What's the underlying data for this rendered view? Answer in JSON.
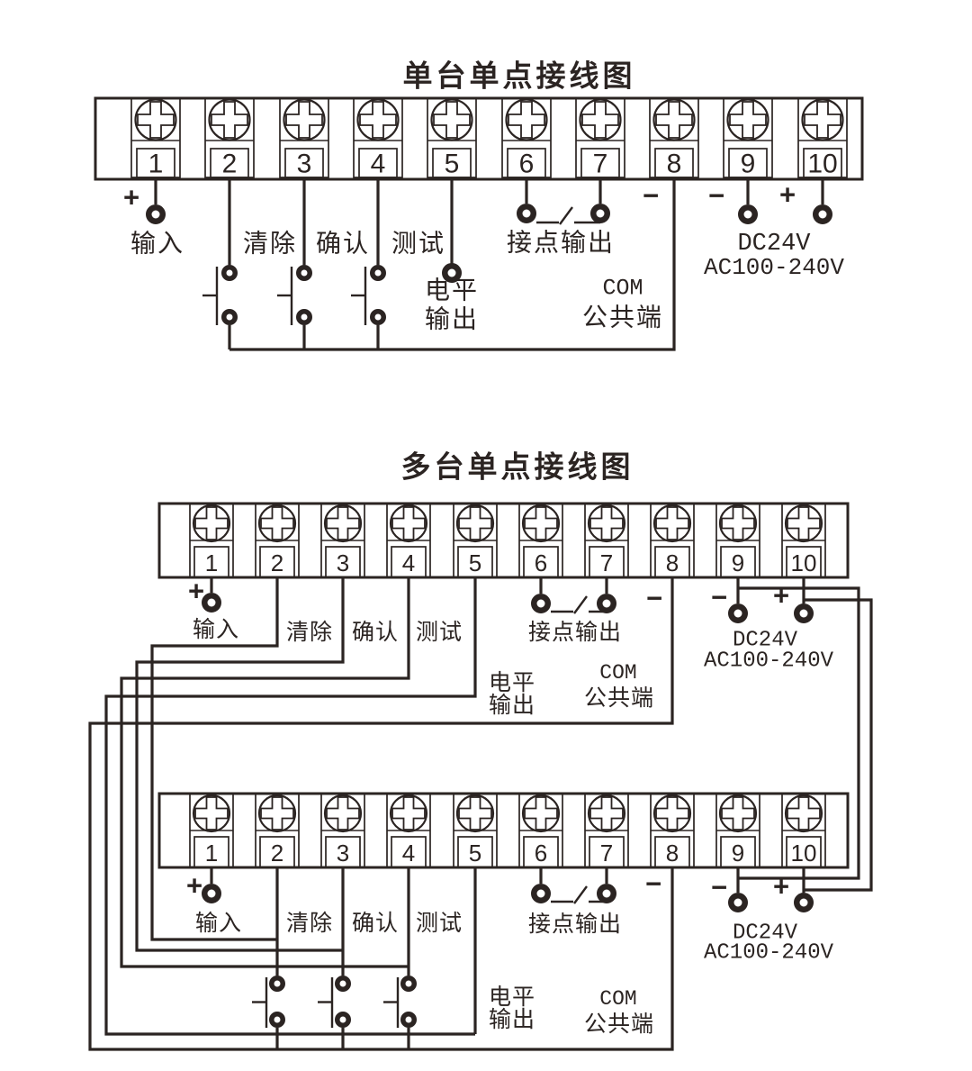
{
  "colors": {
    "background": "#ffffff",
    "line": "#2b2422",
    "text": "#2b2422"
  },
  "shared": {
    "terminal_numbers": [
      "1",
      "2",
      "3",
      "4",
      "5",
      "6",
      "7",
      "8",
      "9",
      "10"
    ],
    "labels": {
      "input": "输入",
      "clear": "清除",
      "confirm": "确认",
      "test": "测试",
      "contact_output": "接点输出",
      "level_out_1": "电平",
      "level_out_2": "输出",
      "com": "COM",
      "com_common": "公共端",
      "power_dc": "DC24V",
      "power_ac": "AC100-240V",
      "plus": "+",
      "minus": "−"
    }
  },
  "diagram1": {
    "title": "单台单点接线图"
  },
  "diagram2": {
    "title": "多台单点接线图"
  }
}
